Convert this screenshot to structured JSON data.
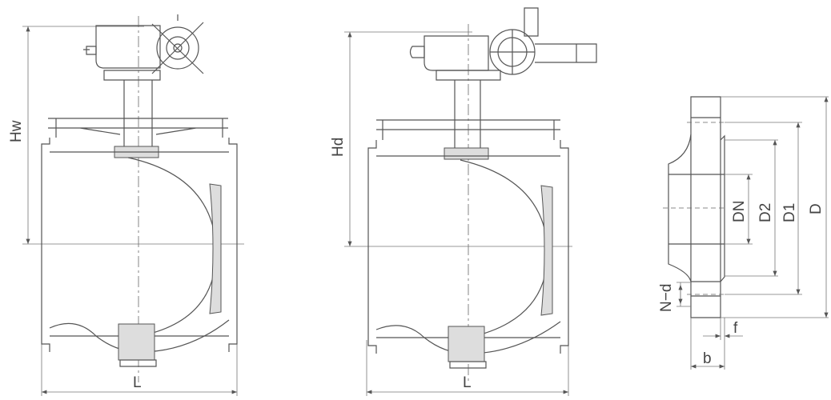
{
  "drawing": {
    "left_valve": {
      "height_label": "Hw",
      "length_label": "L"
    },
    "middle_valve": {
      "height_label": "Hd",
      "length_label": "L"
    },
    "flange_detail": {
      "labels": {
        "dn": "DN",
        "d2": "D2",
        "d1": "D1",
        "d": "D",
        "nd": "N−d",
        "f": "f",
        "b": "b"
      }
    }
  }
}
